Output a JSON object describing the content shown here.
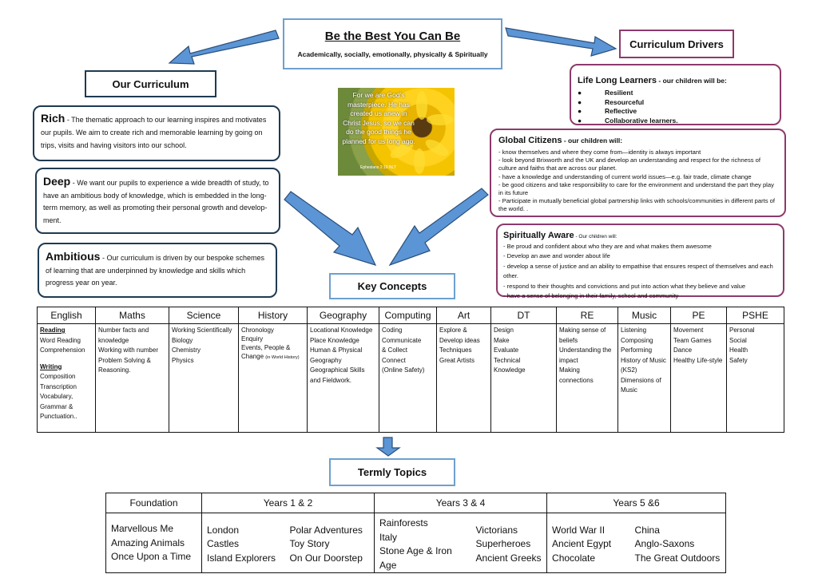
{
  "header": {
    "title": "Be the Best You Can Be",
    "subtitle": "Academically, socially, emotionally, physically & Spiritually"
  },
  "our_curriculum": {
    "title": "Our Curriculum",
    "rich": {
      "lead": "Rich",
      "text": " - The thematic approach to our learning inspires  and motivates our pupils. We aim to create rich and memorable learning by going on trips, visits and having visitors into our school."
    },
    "deep": {
      "lead": "Deep",
      "text": " - We want our pupils to experience a wide breadth of study, to have an ambitious body of knowledge, which is embedded in the long-term memory, as well as promoting their personal growth and develop-ment."
    },
    "ambitious": {
      "lead": "Ambitious",
      "text": " - Our curriculum is driven by our bespoke schemes of learning that are underpinned by knowledge and skills which progress year on year."
    }
  },
  "scripture": {
    "text": "For we are God's masterpiece. He has created us anew in Christ Jesus, so we can do the good things he planned for us long ago.",
    "ref": "Ephesians 2:10 NLT"
  },
  "drivers": {
    "title": "Curriculum Drivers",
    "lifelong": {
      "title": "Life Long Learners",
      "suffix": " - our children will be:",
      "items": [
        "Resilient",
        "Resourceful",
        "Reflective",
        "Collaborative learners."
      ]
    },
    "global": {
      "title": "Global Citizens",
      "suffix": "  - our children will:",
      "items": [
        "- know themselves and where they come from—identity is always important",
        "- look  beyond Brixworth and the UK and develop an understanding and respect for the richness of culture and faiths that are across our planet.",
        "- have a knowledge and understanding of current world issues—e.g. fair trade, climate change",
        "- be good citizens and take responsibility to care for the environment and understand the part they play in its future",
        "- Participate in mutually beneficial global partnership links with schools/communities in different parts of the world. ."
      ]
    },
    "spiritual": {
      "title": "Spiritually Aware",
      "suffix": "  - Our children will:",
      "items": [
        "- Be proud and confident about who they are and what makes them awesome",
        "- Develop an awe and wonder about life",
        "- develop a sense of justice and an ability to empathise that ensures respect of themselves and each other.",
        "- respond to their thoughts and convictions and put into action what they believe and value",
        "- have a sense of belonging in their family, school and community"
      ]
    }
  },
  "key_concepts": {
    "title": "Key Concepts",
    "subjects": [
      "English",
      "Maths",
      "Science",
      "History",
      "Geography",
      "Computing",
      "Art",
      "DT",
      "RE",
      "Music",
      "PE",
      "PSHE"
    ],
    "english": {
      "reading_head": "Reading",
      "reading": [
        "Word Reading",
        "Comprehension"
      ],
      "writing_head": "Writing",
      "writing": [
        "Composition",
        "Transcription",
        "Vocabulary,",
        "Grammar &",
        "Punctuation.."
      ]
    },
    "maths": [
      "Number facts and knowledge",
      "Working with number",
      "Problem Solving &",
      "Reasoning."
    ],
    "science": [
      "Working Scientifically",
      "Biology",
      "Chemistry",
      "Physics"
    ],
    "history": [
      "Chronology",
      "Enquiry",
      "Events, People & Change"
    ],
    "history_note": "(in World History)",
    "geography": [
      "Locational Knowledge",
      "Place Knowledge",
      "Human & Physical Geography",
      "Geographical Skills and Fieldwork."
    ],
    "computing": [
      "Coding",
      "Communicate",
      "& Collect",
      "Connect",
      "(Online Safety)"
    ],
    "art": [
      "Explore &",
      "Develop ideas",
      "Techniques",
      "Great Artists"
    ],
    "dt": [
      "Design",
      "Make",
      "Evaluate",
      "Technical",
      "Knowledge"
    ],
    "re": [
      "Making sense of beliefs",
      "Understanding the impact",
      "Making connections"
    ],
    "music": [
      "Listening",
      "Composing",
      "Performing",
      "History of Music (KS2)",
      "Dimensions of Music"
    ],
    "pe": [
      "Movement",
      "Team Games",
      "Dance",
      "Healthy Life-style"
    ],
    "pshe": [
      "Personal",
      "Social",
      "Health",
      "Safety"
    ]
  },
  "termly_topics": {
    "title": "Termly Topics",
    "headers": [
      "Foundation",
      "Years 1 & 2",
      "Years 3 & 4",
      "Years 5 &6"
    ],
    "foundation": [
      "Marvellous Me",
      "Amazing Animals",
      "Once Upon a Time"
    ],
    "y12a": [
      "London",
      "Castles",
      "Island Explorers"
    ],
    "y12b": [
      "Polar Adventures",
      "Toy Story",
      "On Our Doorstep"
    ],
    "y34a": [
      "Rainforests",
      "Italy",
      "Stone Age & Iron Age"
    ],
    "y34b": [
      "Victorians",
      "Superheroes",
      "Ancient Greeks"
    ],
    "y56a": [
      "World War II",
      "Ancient Egypt",
      "Chocolate"
    ],
    "y56b": [
      "China",
      "Anglo-Saxons",
      "The Great Outdoors"
    ]
  },
  "colors": {
    "accent_blue": "#6ea0cf",
    "arrow_blue": "#5b95d6",
    "navy": "#1e3a52",
    "plum": "#8c3a6b"
  }
}
